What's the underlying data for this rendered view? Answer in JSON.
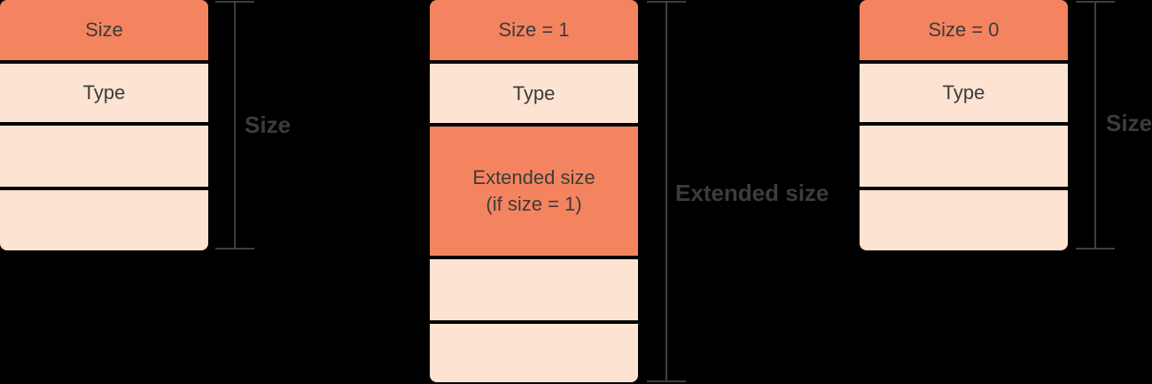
{
  "diagram": {
    "description": "Box structure diagram showing three header layouts: standard size, extended size (size = 1), and size = 0",
    "colors": {
      "field_orange": "#F4845F",
      "field_peach": "#FDE3D1",
      "field_text": "#3B3B3B",
      "dimension_gray": "#3C3C3E",
      "background": "#000000"
    },
    "columns": [
      {
        "id": "basic",
        "rows": [
          {
            "label": "Size"
          },
          {
            "label": "Type"
          },
          {
            "label": ""
          },
          {
            "label": ""
          }
        ],
        "dimension_label": "Size"
      },
      {
        "id": "extended",
        "rows": [
          {
            "label": "Size = 1"
          },
          {
            "label": "Type"
          },
          {
            "label": "Extended size\n(if size = 1)"
          },
          {
            "label": ""
          },
          {
            "label": ""
          }
        ],
        "dimension_label": "Extended size"
      },
      {
        "id": "size-zero",
        "rows": [
          {
            "label": "Size = 0"
          },
          {
            "label": "Type"
          },
          {
            "label": ""
          },
          {
            "label": ""
          }
        ],
        "dimension_label": "Size"
      }
    ]
  }
}
